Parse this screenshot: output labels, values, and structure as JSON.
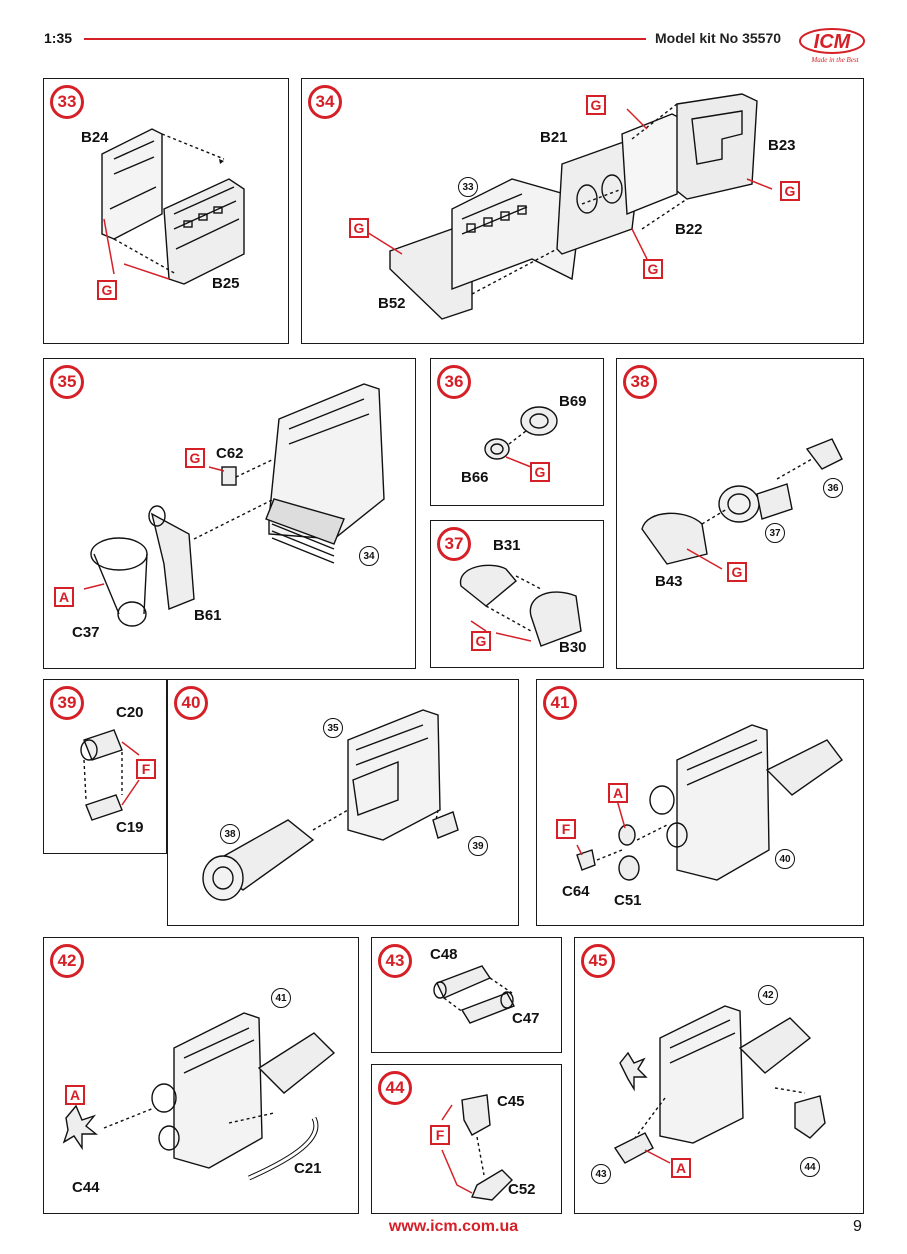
{
  "header": {
    "scale": "1:35",
    "kit": "Model kit No 35570",
    "logo_text": "ICM",
    "logo_tagline": "Made in the Best"
  },
  "colors": {
    "accent": "#d52027",
    "ink": "#111111"
  },
  "steps": [
    {
      "num": "33",
      "parts": [
        "B24",
        "B25"
      ],
      "tags": [
        "G"
      ]
    },
    {
      "num": "34",
      "parts": [
        "B21",
        "B23",
        "B22",
        "B52"
      ],
      "tags": [
        "G",
        "G",
        "G",
        "G"
      ],
      "refs": [
        "33"
      ]
    },
    {
      "num": "35",
      "parts": [
        "C62",
        "B61",
        "C37"
      ],
      "tags": [
        "G",
        "A"
      ],
      "refs": [
        "34"
      ]
    },
    {
      "num": "36",
      "parts": [
        "B69",
        "B66"
      ],
      "tags": [
        "G"
      ]
    },
    {
      "num": "37",
      "parts": [
        "B31",
        "B30"
      ],
      "tags": [
        "G"
      ]
    },
    {
      "num": "38",
      "parts": [
        "B43"
      ],
      "tags": [
        "G"
      ],
      "refs": [
        "36",
        "37"
      ]
    },
    {
      "num": "39",
      "parts": [
        "C20",
        "C19"
      ],
      "tags": [
        "F"
      ]
    },
    {
      "num": "40",
      "parts": [],
      "refs": [
        "35",
        "38",
        "39"
      ]
    },
    {
      "num": "41",
      "parts": [
        "C64",
        "C51"
      ],
      "tags": [
        "A",
        "F"
      ],
      "refs": [
        "40"
      ]
    },
    {
      "num": "42",
      "parts": [
        "C44",
        "C21"
      ],
      "tags": [
        "A"
      ],
      "refs": [
        "41"
      ]
    },
    {
      "num": "43",
      "parts": [
        "C48",
        "C47"
      ]
    },
    {
      "num": "44",
      "parts": [
        "C45",
        "C52"
      ],
      "tags": [
        "F"
      ]
    },
    {
      "num": "45",
      "parts": [],
      "tags": [
        "A"
      ],
      "refs": [
        "42",
        "43",
        "44"
      ]
    }
  ],
  "footer": {
    "url": "www.icm.com.ua",
    "page": "9"
  }
}
